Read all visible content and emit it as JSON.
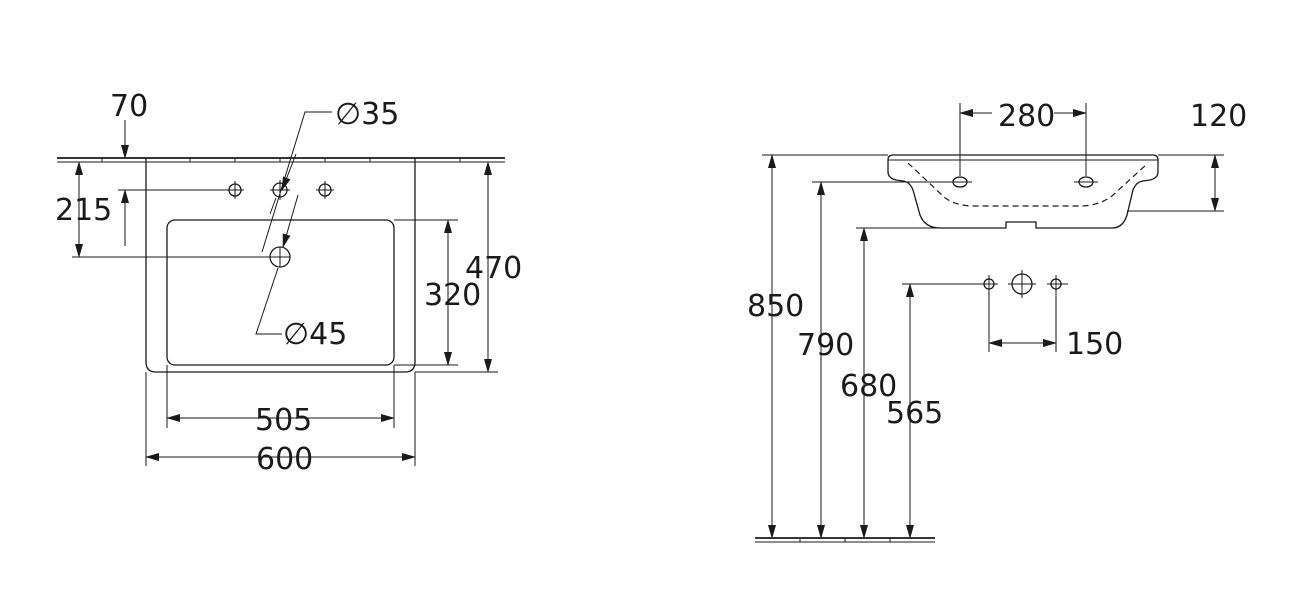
{
  "labels": {
    "d70": "70",
    "d35": "35",
    "d215": "215",
    "d470": "470",
    "d320": "320",
    "d45": "45",
    "d505": "505",
    "d600": "600",
    "d280": "280",
    "d120": "120",
    "d850": "850",
    "d790": "790",
    "d680": "680",
    "d565": "565",
    "d150": "150"
  },
  "symbols": {
    "diameter": "∅"
  }
}
